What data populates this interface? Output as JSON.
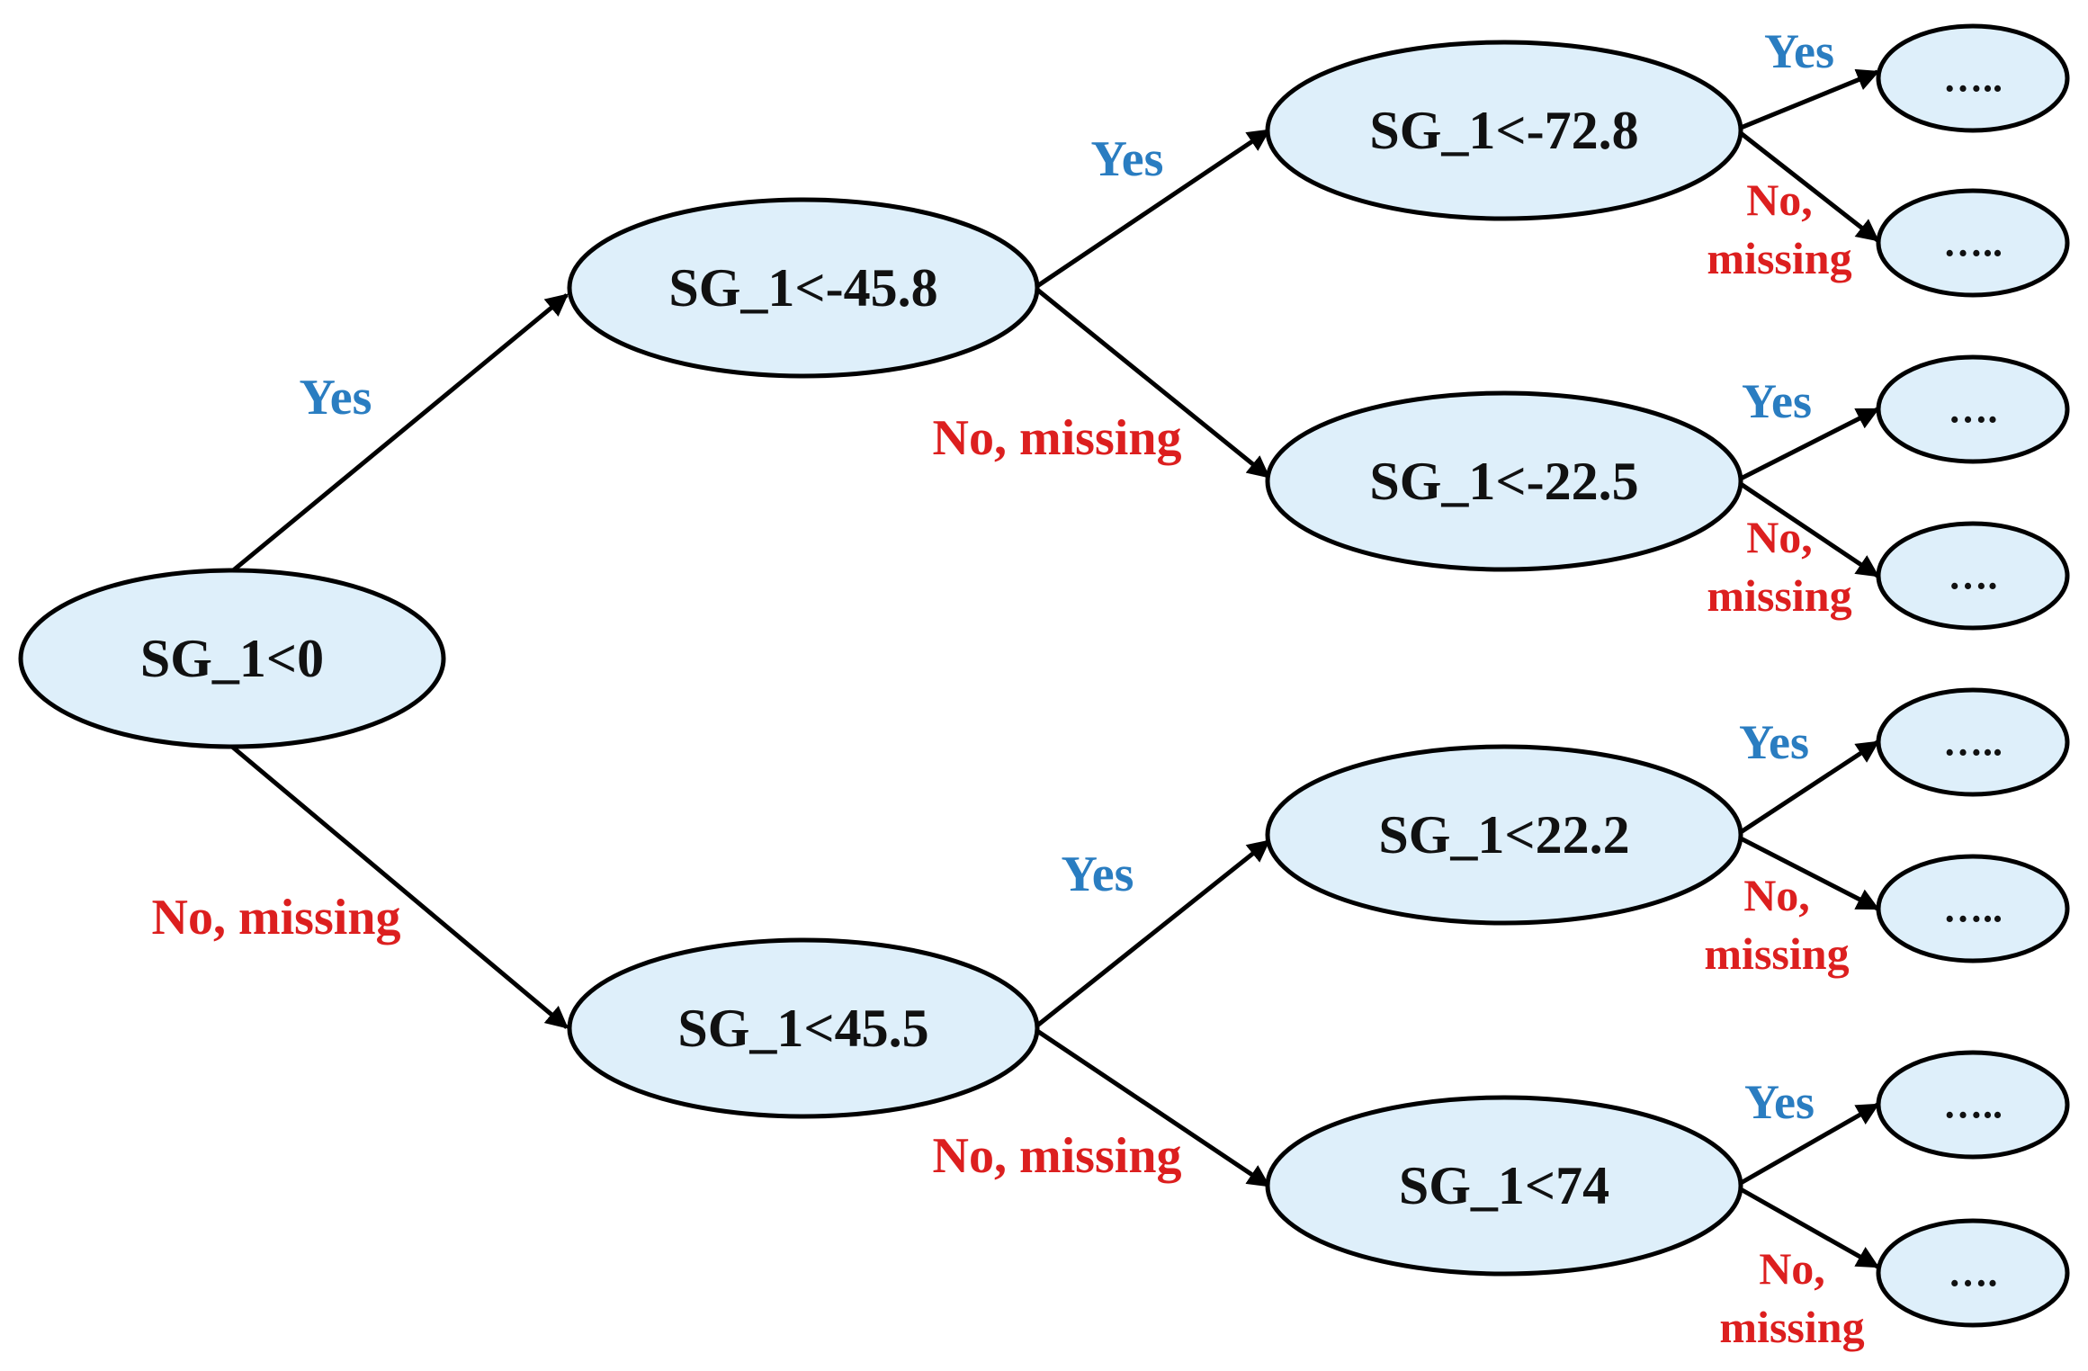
{
  "nodes": {
    "root": "SG_1<0",
    "l1_top": "SG_1<-45.8",
    "l1_bottom": "SG_1<45.5",
    "l2_a": "SG_1<-72.8",
    "l2_b": "SG_1<-22.5",
    "l2_c": "SG_1<22.2",
    "l2_d": "SG_1<74"
  },
  "leaves": [
    "…..",
    "…..",
    "….",
    "….",
    "…..",
    "…..",
    "…..",
    "…."
  ],
  "labels": {
    "yes": "Yes",
    "no_missing": "No, missing",
    "no": "No,",
    "missing": "missing"
  },
  "colors": {
    "node_fill": "#deeffa",
    "yes": "#2a7dc1",
    "no": "#dc1f1f"
  }
}
